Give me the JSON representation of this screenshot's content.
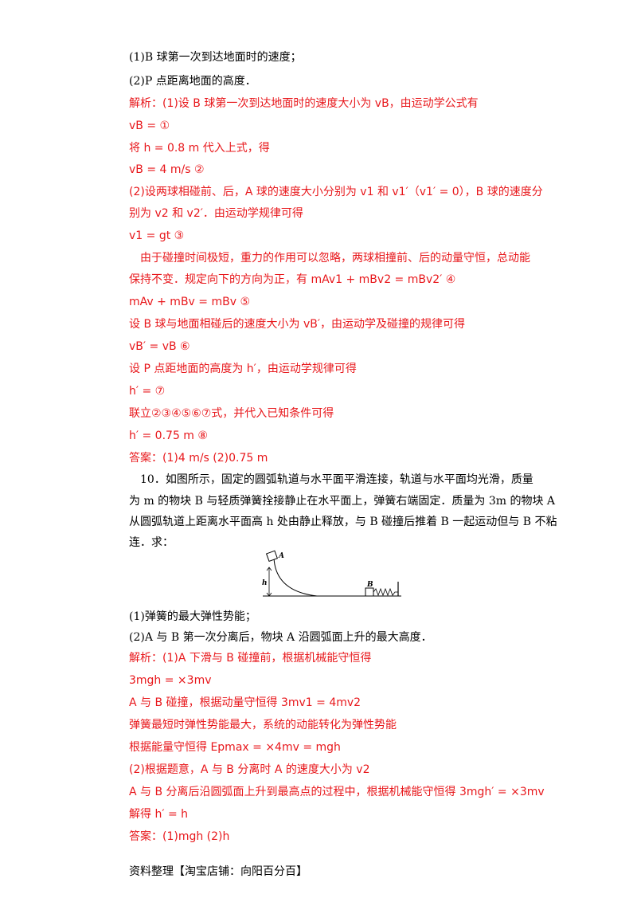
{
  "problem9": {
    "q1": "(1)B 球第一次到达地面时的速度；",
    "q2": "(2)P 点距离地面的高度．",
    "solution": [
      "解析：(1)设 B 球第一次到达地面时的速度大小为 vB，由运动学公式有",
      "vB = ①",
      "将 h = 0.8 m 代入上式，得",
      "vB = 4 m/s ②",
      "(2)设两球相碰前、后，A 球的速度大小分别为 v1 和 v1′（v1′ = 0），B 球的速度分",
      "别为 v2 和 v2′．由运动学规律可得",
      "v1 = gt ③",
      "由于碰撞时间极短，重力的作用可以忽略，两球相撞前、后的动量守恒，总动能",
      "保持不变．规定向下的方向为正，有 mAv1 + mBv2 = mBv2′ ④",
      "mAv + mBv = mBv ⑤",
      "设 B 球与地面相碰后的速度大小为 vB′，由运动学及碰撞的规律可得",
      "vB′ = vB ⑥",
      "设 P 点距地面的高度为 h′，由运动学规律可得",
      "h′ = ⑦",
      "联立②③④⑤⑥⑦式，并代入已知条件可得",
      "h′ = 0.75 m ⑧",
      "答案：(1)4 m/s    (2)0.75 m"
    ]
  },
  "problem10": {
    "stem_lines": [
      "10．如图所示，固定的圆弧轨道与水平面平滑连接，轨道与水平面均光滑，质量",
      "为 m 的物块 B 与轻质弹簧拴接静止在水平面上，弹簧右端固定．质量为 3m 的物块 A",
      "从圆弧轨道上距离水平面高 h 处由静止释放，与 B 碰撞后推着 B 一起运动但与 B 不粘",
      "连．求："
    ],
    "figure_labels": {
      "a": "A",
      "h": "h",
      "b": "B"
    },
    "q1": "(1)弹簧的最大弹性势能；",
    "q2": "(2)A 与 B 第一次分离后，物块 A 沿圆弧面上升的最大高度．",
    "solution": [
      "解析：(1)A 下滑与 B 碰撞前，根据机械能守恒得",
      "3mgh = ×3mv",
      "A 与 B 碰撞，根据动量守恒得 3mv1 = 4mv2",
      "弹簧最短时弹性势能最大，系统的动能转化为弹性势能",
      "根据能量守恒得 Epmax = ×4mv = mgh",
      "(2)根据题意，A 与 B 分离时 A 的速度大小为 v2",
      "A 与 B 分离后沿圆弧面上升到最高点的过程中，根据机械能守恒得 3mgh′ = ×3mv",
      "解得 h′ = h",
      "答案：(1)mgh    (2)h"
    ]
  },
  "footer": "资料整理【淘宝店铺：向阳百分百】"
}
